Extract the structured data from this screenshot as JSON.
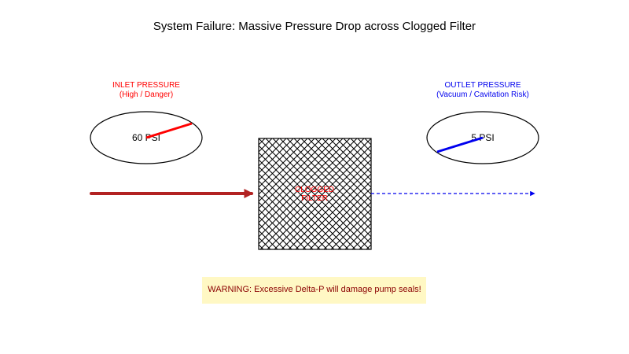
{
  "title": "System Failure: Massive Pressure Drop across Clogged Filter",
  "inlet": {
    "label_line1": "INLET PRESSURE",
    "label_line2": "(High / Danger)",
    "reading": "60 PSI",
    "color": "#ff0000"
  },
  "outlet": {
    "label_line1": "OUTLET PRESSURE",
    "label_line2": "(Vacuum / Cavitation Risk)",
    "reading": "5 PSI",
    "color": "#0000ee"
  },
  "filter": {
    "label_line1": "CLOGGED",
    "label_line2": "FILTER",
    "label_color": "#ff0000"
  },
  "inlet_flow": {
    "color": "#b22222"
  },
  "outlet_flow": {
    "color": "#0000ee"
  },
  "warning": {
    "text": "WARNING: Excessive Delta-P will damage pump seals!",
    "text_color": "#8b0000",
    "background": "#fff8c4"
  }
}
